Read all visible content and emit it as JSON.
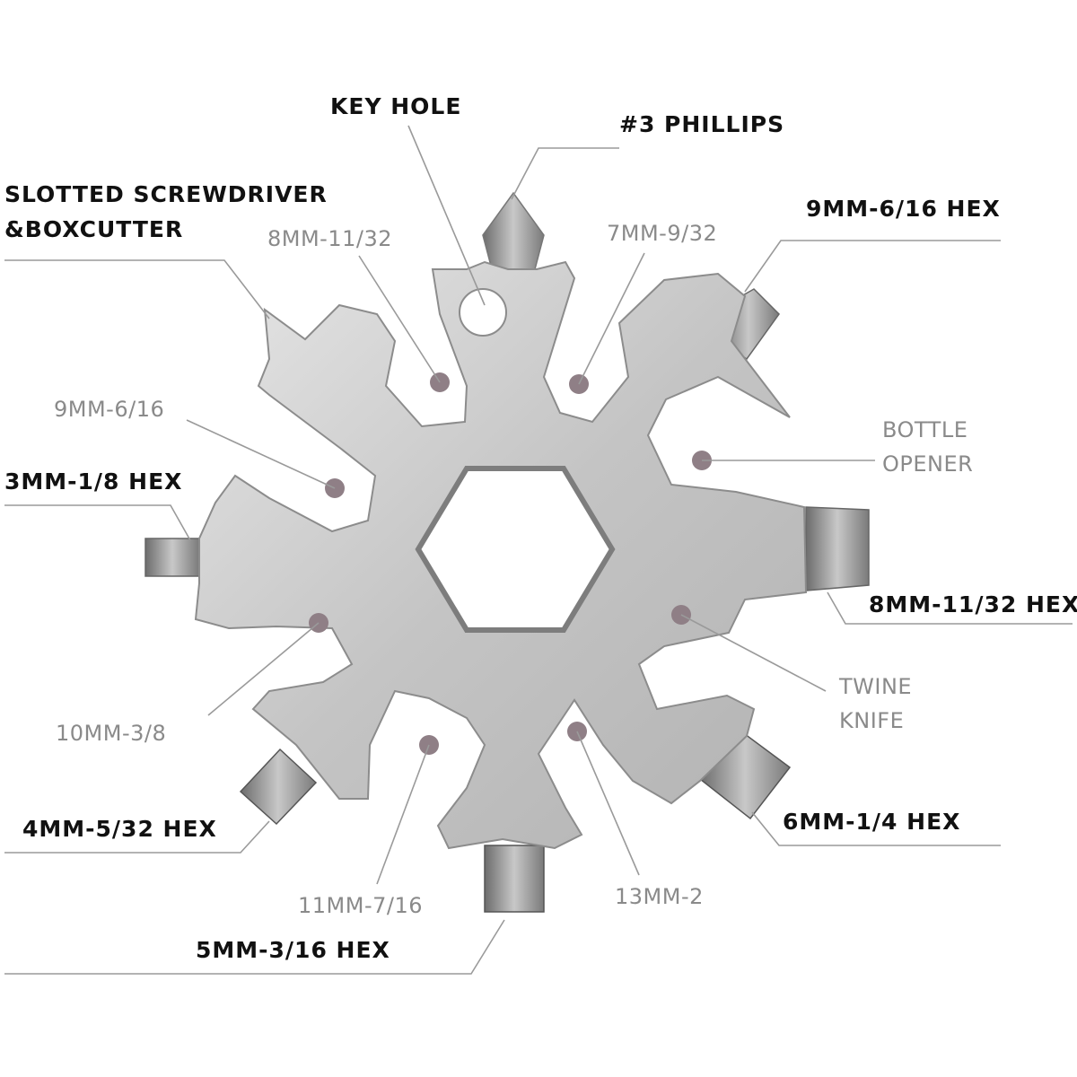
{
  "labels": {
    "key_hole": "KEY  HOLE",
    "phillips": "#3 PHILLIPS",
    "slotted_line1": "SLOTTED  SCREWDRIVER",
    "slotted_line2": "&BOXCUTTER",
    "hex_9mm": "9MM-6/16 HEX",
    "wrench_8mm_top": "8MM-11/32",
    "wrench_7mm": "7MM-9/32",
    "wrench_9mm": "9MM-6/16",
    "bottle_line1": "BOTTLE",
    "bottle_line2": "OPENER",
    "hex_3mm": "3MM-1/8  HEX",
    "hex_8mm": "8MM-11/32 HEX",
    "wrench_10mm": "10MM-3/8",
    "twine_line1": "TWINE",
    "twine_line2": "KNIFE",
    "hex_4mm": "4MM-5/32  HEX",
    "hex_6mm": "6MM-1/4  HEX",
    "wrench_11mm": "11MM-7/16",
    "wrench_13mm": "13MM-2",
    "hex_5mm": "5MM-3/16  HEX"
  },
  "colors": {
    "tool_body": "#c9c9c9",
    "tool_edge": "#8c8c8c",
    "dot": "#8f7f86",
    "bold_text": "#111111",
    "light_text": "#8a8a8a"
  }
}
